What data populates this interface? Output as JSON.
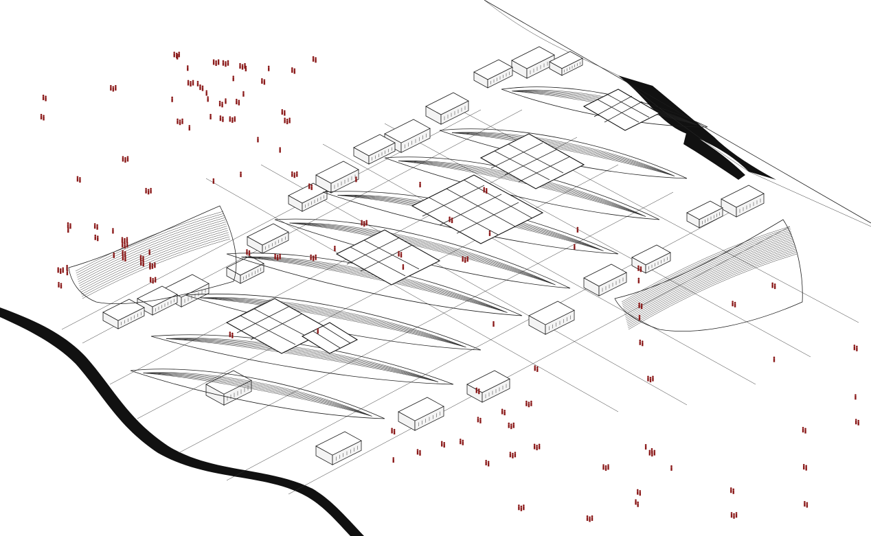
{
  "drawing": {
    "kind": "isometric architectural site axonometric",
    "colors": {
      "background": "#ffffff",
      "linework": "#1a1a1a",
      "void_fill": "#111111",
      "figures": "#8b1a1a"
    },
    "element_icons": {
      "people": "person-figure-icon",
      "buildings": "box-building-icon",
      "terrain": "contour-line-icon"
    },
    "counts": {
      "surrounding_buildings": 22,
      "contoured_ridges": 9,
      "figure_clusters": 120
    }
  }
}
